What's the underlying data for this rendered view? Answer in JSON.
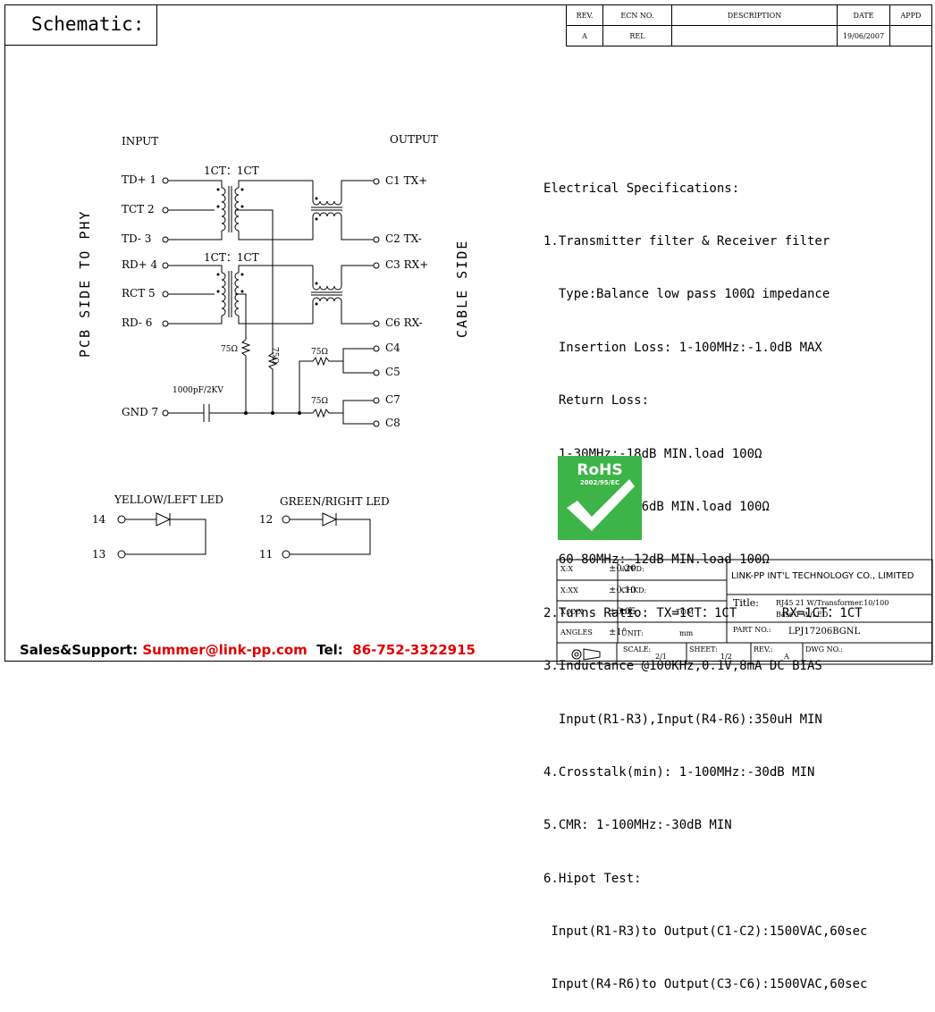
{
  "header": {
    "title": "Schematic:"
  },
  "revision_table": {
    "headers": [
      "REV.",
      "ECN NO.",
      "DESCRIPTION",
      "DATE",
      "APPD"
    ],
    "row": [
      "A",
      "REL",
      "",
      "19/06/2007",
      ""
    ]
  },
  "schematic": {
    "input_label": "INPUT",
    "output_label": "OUTPUT",
    "pcb_side": "PCB SIDE TO PHY",
    "cable_side": "CABLE SIDE",
    "ratio1": "1CT：1CT",
    "ratio2": "1CT：1CT",
    "pins_left": [
      "TD+ 1",
      "TCT 2",
      "TD- 3",
      "RD+ 4",
      "RCT 5",
      "RD- 6",
      "GND 7"
    ],
    "pins_right": [
      "C1  TX+",
      "C2  TX-",
      "C3  RX+",
      "C6  RX-",
      "C4",
      "C5",
      "C7",
      "C8"
    ],
    "r_left": "75Ω",
    "r_mid": "75Ω",
    "r_c45": "75Ω",
    "r_c78": "75Ω",
    "cap": "1000pF/2KV",
    "led_yellow": "YELLOW/LEFT LED",
    "led_green": "GREEN/RIGHT LED",
    "led_pins": [
      "14",
      "13",
      "12",
      "11"
    ]
  },
  "specs": {
    "lines": [
      "Electrical Specifications:",
      "1.Transmitter filter & Receiver filter",
      "  Type:Balance low pass 100Ω impedance",
      "  Insertion Loss: 1-100MHz:-1.0dB MAX",
      "  Return Loss:",
      "  1-30MHz:-18dB MIN.load 100Ω",
      "  30-60MHz:-16dB MIN.load 100Ω",
      "  60-80MHz:-12dB MIN.load 100Ω",
      "2.Turns Ratio: TX=1CT：1CT      RX=1CT：1CT",
      "3.Inductance @100KHz,0.1V,8mA DC BIAS",
      "  Input(R1-R3),Input(R4-R6):350uH MIN",
      "4.Crosstalk(min): 1-100MHz:-30dB MIN",
      "5.CMR: 1-100MHz:-30dB MIN",
      "6.Hipot Test:",
      " Input(R1-R3)to Output(C1-C2):1500VAC,60sec",
      " Input(R4-R6)to Output(C3-C6):1500VAC,60sec"
    ]
  },
  "rohs": {
    "label": "RoHS",
    "directive": "2002/95/EC",
    "color": "#3cb447"
  },
  "title_block": {
    "tol_x_label": "X:X",
    "tol_x": "±0.20",
    "tol_xx_label": "X:XX",
    "tol_xx": "±0.10",
    "tol_xxx_label": "X:XXX",
    "tol_xxx": "±0.05",
    "angles_label": "ANGLES",
    "angles": "±1°",
    "appd": "APPD:",
    "chkd": "CHKD:",
    "dr_label": "DR:",
    "dr": "TOM",
    "unit_label": "UNIT:",
    "unit": "mm",
    "company": "LINK-PP INT'L TECHNOLOGY CO., LIMITED",
    "title_label": "Title:",
    "title_line1": "RJ45 21 W/Transformer.10/100",
    "title_line2": "Base-T W/LED",
    "part_label": "PART NO.:",
    "part": "LPJ17206BGNL",
    "scale_label": "SCALE:",
    "scale": "2/1",
    "sheet_label": "SHEET:",
    "sheet": "1/2",
    "rev_label": "REV.:",
    "rev": "A",
    "dwg_label": "DWG NO.:"
  },
  "footer": {
    "sales_label": "Sales&Support:",
    "email": "Summer@link-pp.com",
    "tel_label": "Tel:",
    "tel": "86-752-3322915"
  }
}
